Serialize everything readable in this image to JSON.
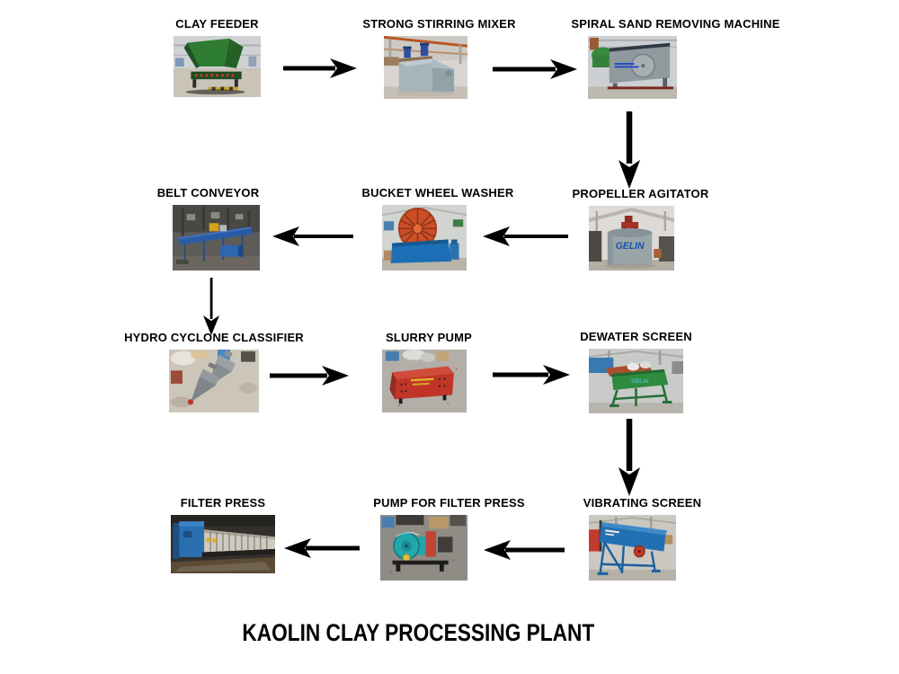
{
  "diagram": {
    "title": "KAOLIN CLAY PROCESSING PLANT",
    "nodes": [
      {
        "id": "clay-feeder",
        "label": "CLAY FEEDER"
      },
      {
        "id": "strong-stirring-mixer",
        "label": "STRONG STIRRING MIXER"
      },
      {
        "id": "spiral-sand-removing-machine",
        "label": "SPIRAL SAND REMOVING MACHINE"
      },
      {
        "id": "propeller-agitator",
        "label": "PROPELLER AGITATOR",
        "watermark": "GELIN"
      },
      {
        "id": "bucket-wheel-washer",
        "label": "BUCKET WHEEL WASHER"
      },
      {
        "id": "belt-conveyor",
        "label": "BELT CONVEYOR"
      },
      {
        "id": "hydro-cyclone-classifier",
        "label": "HYDRO CYCLONE CLASSIFIER"
      },
      {
        "id": "slurry-pump",
        "label": "SLURRY PUMP"
      },
      {
        "id": "dewater-screen",
        "label": "DEWATER SCREEN",
        "watermark": "GELIN"
      },
      {
        "id": "vibrating-screen",
        "label": "VIBRATING SCREEN"
      },
      {
        "id": "pump-for-filter-press",
        "label": "PUMP FOR FILTER PRESS"
      },
      {
        "id": "filter-press",
        "label": "FILTER PRESS"
      }
    ],
    "connections": [
      {
        "from": "CLAY FEEDER",
        "to": "STRONG STIRRING MIXER",
        "direction": "right"
      },
      {
        "from": "STRONG STIRRING MIXER",
        "to": "SPIRAL SAND REMOVING MACHINE",
        "direction": "right"
      },
      {
        "from": "SPIRAL SAND REMOVING MACHINE",
        "to": "PROPELLER AGITATOR",
        "direction": "down"
      },
      {
        "from": "PROPELLER AGITATOR",
        "to": "BUCKET WHEEL WASHER",
        "direction": "left"
      },
      {
        "from": "BUCKET WHEEL WASHER",
        "to": "BELT CONVEYOR",
        "direction": "left"
      },
      {
        "from": "BELT CONVEYOR",
        "to": "HYDRO CYCLONE CLASSIFIER",
        "direction": "down"
      },
      {
        "from": "HYDRO CYCLONE CLASSIFIER",
        "to": "SLURRY PUMP",
        "direction": "right"
      },
      {
        "from": "SLURRY PUMP",
        "to": "DEWATER SCREEN",
        "direction": "right"
      },
      {
        "from": "DEWATER SCREEN",
        "to": "VIBRATING SCREEN",
        "direction": "down"
      },
      {
        "from": "VIBRATING SCREEN",
        "to": "PUMP FOR FILTER PRESS",
        "direction": "left"
      },
      {
        "from": "PUMP FOR FILTER PRESS",
        "to": "FILTER PRESS",
        "direction": "left"
      }
    ],
    "colors": {
      "background": "#ffffff",
      "text": "#000000",
      "arrow": "#000000",
      "equipment_green": "#2e7d32",
      "equipment_blue": "#1f6cb2",
      "equipment_red": "#c0392b",
      "equipment_teal": "#21a8ad",
      "watermark_blue": "#1553ae"
    }
  }
}
